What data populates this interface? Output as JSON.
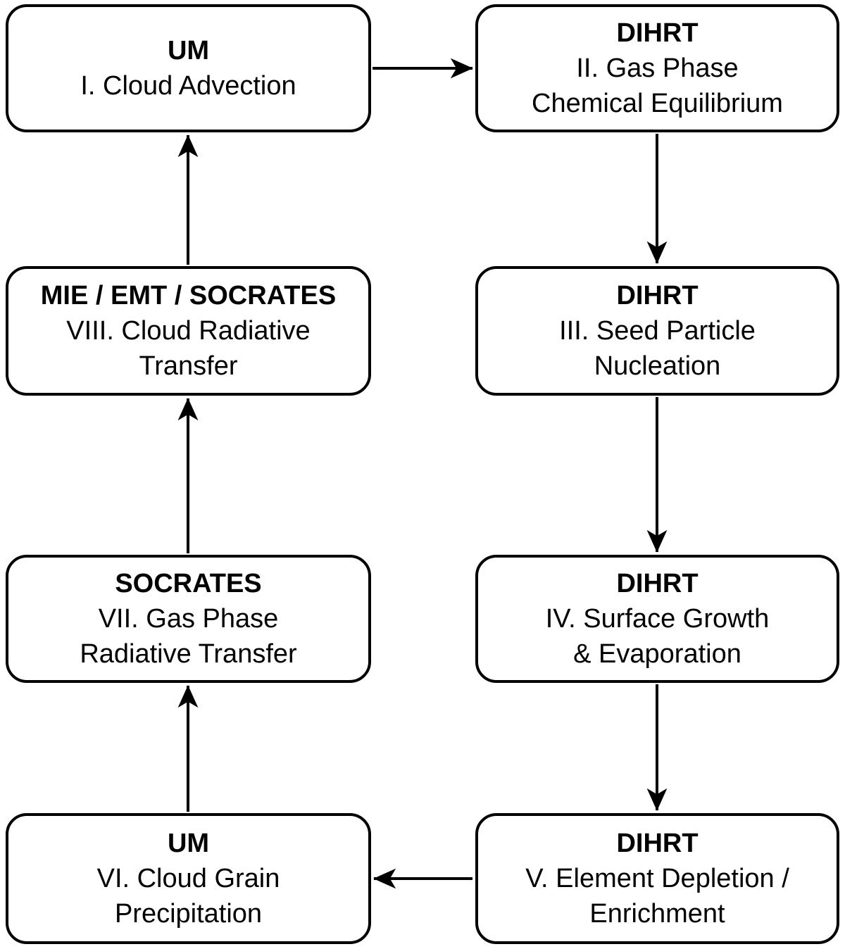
{
  "figure": {
    "type": "flowchart",
    "background_color": "#ffffff",
    "line_color": "#000000",
    "box_fill_color": "#ffffff"
  },
  "boxes": {
    "box1": {
      "title": "UM",
      "line1": "I. Cloud Advection"
    },
    "box2": {
      "title": "DIHRT",
      "line1": "II. Gas Phase",
      "line2": "Chemical Equilibrium"
    },
    "box3": {
      "title": "DIHRT",
      "line1": "III. Seed Particle",
      "line2": "Nucleation"
    },
    "box4": {
      "title": "DIHRT",
      "line1": "IV. Surface Growth",
      "line2": "& Evaporation"
    },
    "box5": {
      "title": "DIHRT",
      "line1": "V. Element Depletion /",
      "line2": "Enrichment"
    },
    "box6": {
      "title": "UM",
      "line1": "VI. Cloud Grain",
      "line2": "Precipitation"
    },
    "box7": {
      "title": "SOCRATES",
      "line1": "VII. Gas Phase",
      "line2": "Radiative Transfer"
    },
    "box8": {
      "title": "MIE / EMT / SOCRATES",
      "line1": "VIII. Cloud Radiative",
      "line2": "Transfer"
    }
  },
  "connections": [
    {
      "from": "I. Cloud Advection",
      "to": "II. Gas Phase Chemical Equilibrium"
    },
    {
      "from": "II. Gas Phase Chemical Equilibrium",
      "to": "III. Seed Particle Nucleation"
    },
    {
      "from": "III. Seed Particle Nucleation",
      "to": "IV. Surface Growth & Evaporation"
    },
    {
      "from": "IV. Surface Growth & Evaporation",
      "to": "V. Element Depletion / Enrichment"
    },
    {
      "from": "V. Element Depletion / Enrichment",
      "to": "VI. Cloud Grain Precipitation"
    },
    {
      "from": "VI. Cloud Grain Precipitation",
      "to": "VII. Gas Phase Radiative Transfer"
    },
    {
      "from": "VII. Gas Phase Radiative Transfer",
      "to": "VIII. Cloud Radiative Transfer"
    },
    {
      "from": "VIII. Cloud Radiative Transfer",
      "to": "I. Cloud Advection"
    }
  ]
}
